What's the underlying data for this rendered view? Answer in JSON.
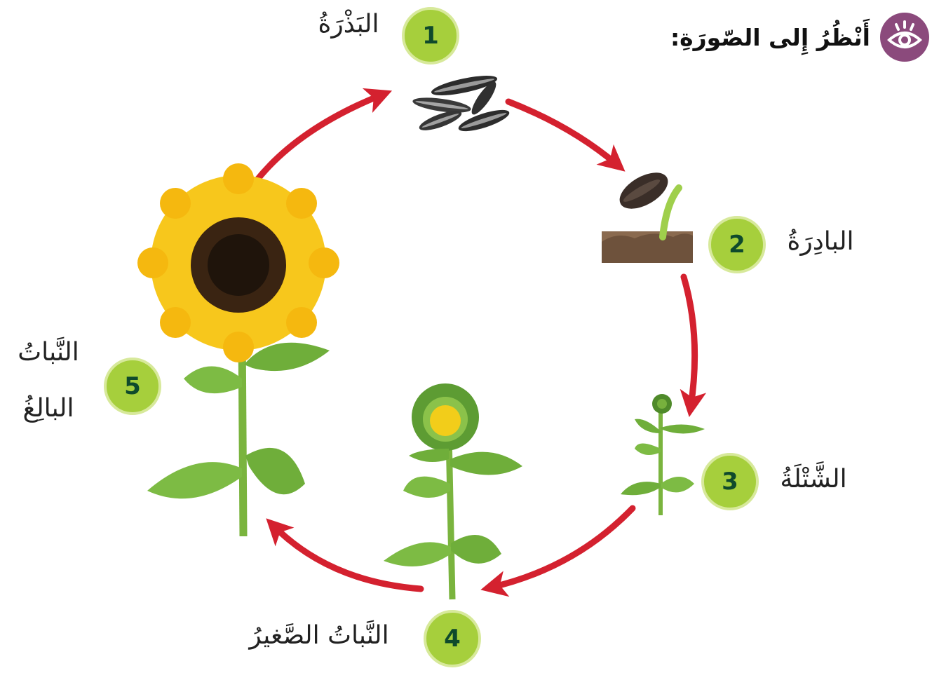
{
  "header": {
    "title": "أَنْظُرُ إِلى الصّورَةِ:",
    "icon": "eye-icon",
    "icon_color": "#8b4a7c"
  },
  "stages": [
    {
      "number": "1",
      "label": "البَذْرَةُ"
    },
    {
      "number": "2",
      "label": "البادِرَةُ"
    },
    {
      "number": "3",
      "label": "الشَّتْلَةُ"
    },
    {
      "number": "4",
      "label": "النَّباتُ الصَّغيرُ"
    },
    {
      "number": "5",
      "label_line1": "النَّباتُ",
      "label_line2": "البالِغُ"
    }
  ],
  "colors": {
    "arrow": "#d4212f",
    "badge": "#a6cf3c",
    "badge_text": "#0f4a2c",
    "leaf": "#6fae3a",
    "petal": "#f5c518"
  }
}
